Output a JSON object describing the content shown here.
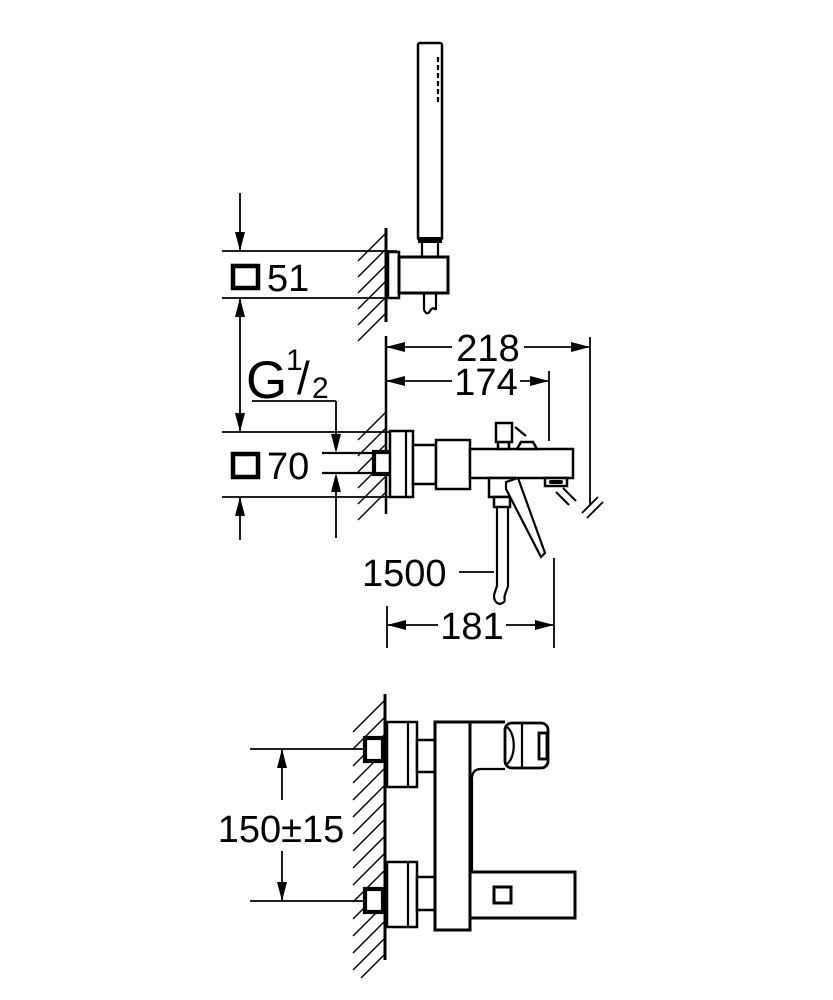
{
  "colors": {
    "ink": "#000000",
    "paper": "#ffffff"
  },
  "icons": {
    "square_symbol": "square-dimension-icon"
  },
  "dimensions": {
    "holder_square": {
      "value": "51"
    },
    "escutcheon_square": {
      "value": "70"
    },
    "overall_projection": {
      "value": "218"
    },
    "spout_projection": {
      "value": "174"
    },
    "lower_projection": {
      "value": "181"
    },
    "hose_length": {
      "value": "1500"
    },
    "connection_centers": {
      "value": "150±15"
    },
    "thread": {
      "letter": "G",
      "numerator": "1",
      "fraction_slash": "/",
      "denominator": "2"
    }
  }
}
